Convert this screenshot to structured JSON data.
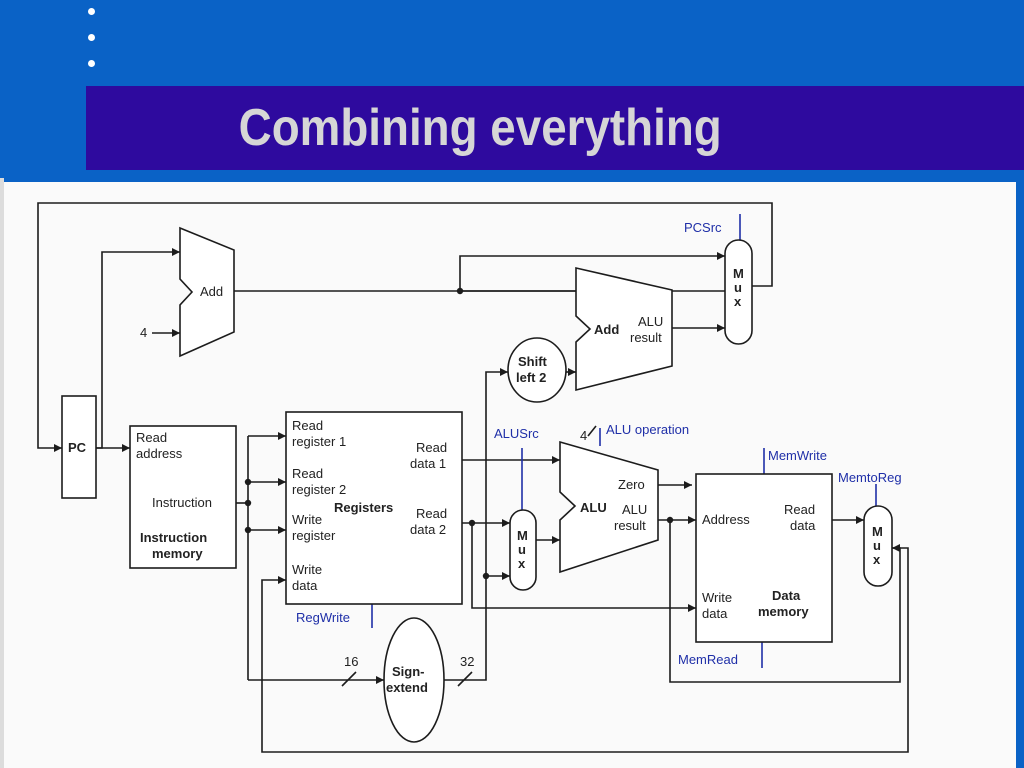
{
  "slide": {
    "title": "Combining everything",
    "colors": {
      "background": "#0a62c6",
      "title_bar": "#2e0a9e",
      "title_text": "#d6d6d6",
      "control_signals": "#1f2fa8"
    }
  },
  "diagram": {
    "pc": "PC",
    "add_top": "Add",
    "four_top": "4",
    "imem": {
      "l1": "Read",
      "l2": "address",
      "l3": "Instruction",
      "l4": "Instruction",
      "l5": "memory"
    },
    "regs": {
      "r1a": "Read",
      "r1b": "register 1",
      "r2a": "Read",
      "r2b": "register 2",
      "wra": "Write",
      "wrb": "register",
      "wda": "Write",
      "wdb": "data",
      "rd1a": "Read",
      "rd1b": "data 1",
      "rd2a": "Read",
      "rd2b": "data 2",
      "name": "Registers"
    },
    "shift": {
      "l1": "Shift",
      "l2": "left 2"
    },
    "add_br": {
      "name": "Add",
      "r1": "ALU",
      "r2": "result"
    },
    "mux": {
      "m": "M",
      "u": "u",
      "x": "x"
    },
    "alu": {
      "name": "ALU",
      "zero": "Zero",
      "r1": "ALU",
      "r2": "result"
    },
    "dmem": {
      "addr": "Address",
      "rd1": "Read",
      "rd2": "data",
      "wd1": "Write",
      "wd2": "data",
      "n1": "Data",
      "n2": "memory"
    },
    "sign": {
      "l1": "Sign-",
      "l2": "extend",
      "in_bits": "16",
      "out_bits": "32"
    },
    "alu_op_bits": "4",
    "signals": {
      "pcsrc": "PCSrc",
      "alusrc": "ALUSrc",
      "aluop": "ALU operation",
      "memwrite": "MemWrite",
      "memtoreg": "MemtoReg",
      "regwrite": "RegWrite",
      "memread": "MemRead"
    }
  }
}
